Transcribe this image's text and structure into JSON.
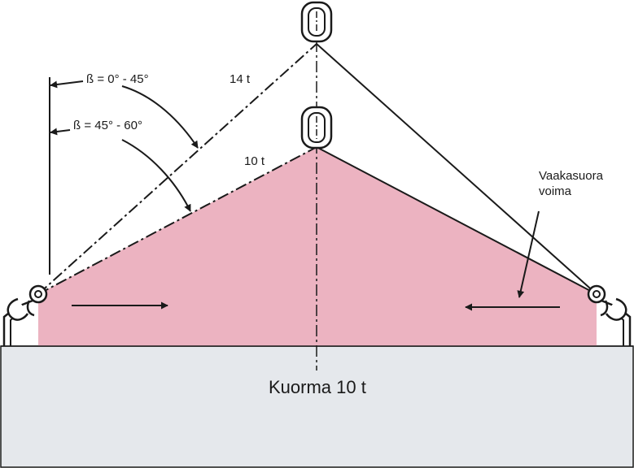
{
  "labels": {
    "angle_small": "ß = 0° - 45°",
    "angle_large": "ß = 45° - 60°",
    "force_high": "14 t",
    "force_low": "10 t",
    "horizontal_force_line1": "Vaakasuora",
    "horizontal_force_line2": "voima",
    "load": "Kuorma 10 t"
  },
  "colors": {
    "load_fill": "#e5e8ec",
    "sling_zone_fill": "#ecb3c1",
    "stroke": "#1a1a1a"
  }
}
